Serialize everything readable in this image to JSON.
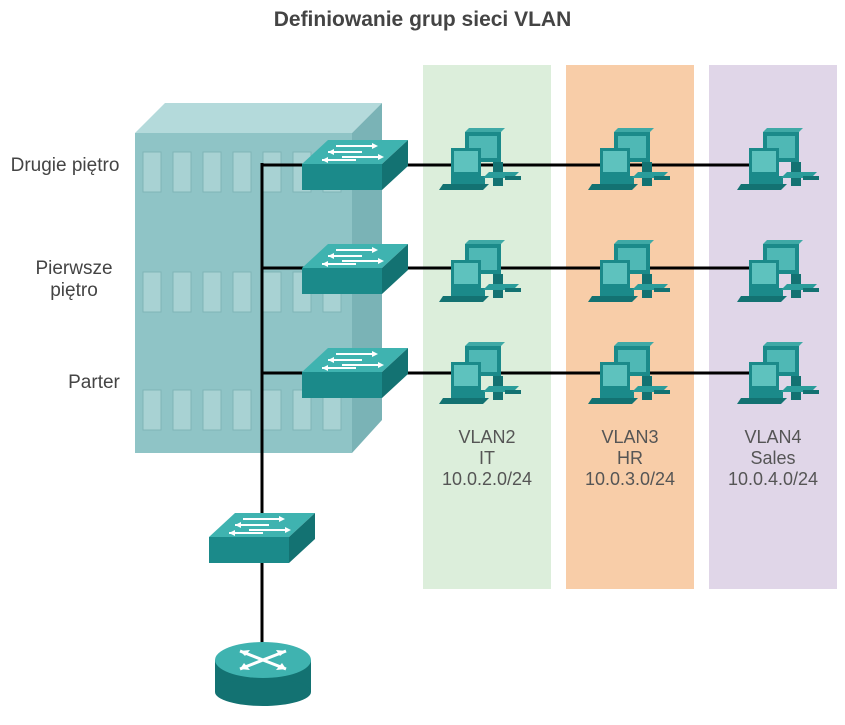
{
  "title": "Definiowanie grup sieci VLAN",
  "floors": [
    {
      "label": "Drugie piętro"
    },
    {
      "label_line1": "Pierwsze",
      "label_line2": "piętro"
    },
    {
      "label": "Parter"
    }
  ],
  "vlans": [
    {
      "name": "VLAN2",
      "dept": "IT",
      "subnet": "10.0.2.0/24",
      "color": "#dceedb"
    },
    {
      "name": "VLAN3",
      "dept": "HR",
      "subnet": "10.0.3.0/24",
      "color": "#f8cda8"
    },
    {
      "name": "VLAN4",
      "dept": "Sales",
      "subnet": "10.0.4.0/24",
      "color": "#e0d6e8"
    }
  ],
  "colors": {
    "building_front": "#8fc4c6",
    "building_top": "#b4dadb",
    "building_side": "#7ab3b6",
    "device_teal": "#1b8a8a",
    "device_top": "#3fb3b0",
    "cable": "#000000"
  },
  "icons": [
    "building-icon",
    "switch-icon",
    "pc-icon",
    "router-icon"
  ]
}
